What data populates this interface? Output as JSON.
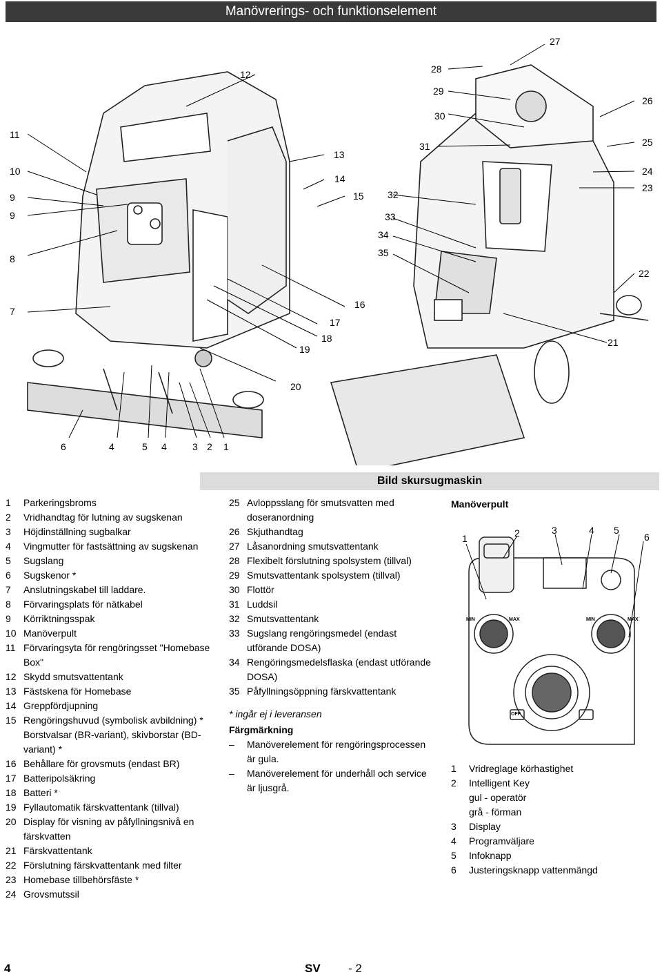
{
  "header": {
    "title": "Manövrerings- och funktionselement"
  },
  "figure_labels": {
    "l1": "1",
    "l2": "2",
    "l3": "3",
    "l4a": "4",
    "l4b": "4",
    "l5": "5",
    "l6": "6",
    "l7": "7",
    "l8": "8",
    "l9a": "9",
    "l9b": "9",
    "l10": "10",
    "l11": "11",
    "l12": "12",
    "l13": "13",
    "l14": "14",
    "l15": "15",
    "l16": "16",
    "l17": "17",
    "l18": "18",
    "l19": "19",
    "l20": "20",
    "l21": "21",
    "l22": "22",
    "l23": "23",
    "l24": "24",
    "l25": "25",
    "l26": "26",
    "l27": "27",
    "l28": "28",
    "l29": "29",
    "l30": "30",
    "l31": "31",
    "l32": "32",
    "l33": "33",
    "l34": "34",
    "l35": "35"
  },
  "caption": "Bild skursugmaskin",
  "legend_left": [
    {
      "n": "1",
      "t": "Parkeringsbroms"
    },
    {
      "n": "2",
      "t": "Vridhandtag för lutning av sugskenan"
    },
    {
      "n": "3",
      "t": "Höjdinställning sugbalkar"
    },
    {
      "n": "4",
      "t": "Vingmutter för fastsättning av sugskenan"
    },
    {
      "n": "5",
      "t": "Sugslang"
    },
    {
      "n": "6",
      "t": "Sugskenor *"
    },
    {
      "n": "7",
      "t": "Anslutningskabel till laddare."
    },
    {
      "n": "8",
      "t": "Förvaringsplats för nätkabel"
    },
    {
      "n": "9",
      "t": "Körriktningsspak"
    },
    {
      "n": "10",
      "t": "Manöverpult"
    },
    {
      "n": "11",
      "t": "Förvaringsyta för rengöringsset \"Homebase Box\""
    },
    {
      "n": "12",
      "t": "Skydd smutsvattentank"
    },
    {
      "n": "13",
      "t": "Fästskena för Homebase"
    },
    {
      "n": "14",
      "t": "Greppfördjupning"
    },
    {
      "n": "15",
      "t": "Rengöringshuvud (symbolisk avbildning) * Borstvalsar (BR-variant), skivborstar (BD-variant) *"
    },
    {
      "n": "16",
      "t": "Behållare för grovsmuts (endast BR)"
    },
    {
      "n": "17",
      "t": "Batteripolsäkring"
    },
    {
      "n": "18",
      "t": "Batteri *"
    },
    {
      "n": "19",
      "t": "Fyllautomatik färskvattentank (tillval)"
    },
    {
      "n": "20",
      "t": "Display för visning av påfyllningsnivå en färskvatten"
    },
    {
      "n": "21",
      "t": "Färskvattentank"
    },
    {
      "n": "22",
      "t": "Förslutning färskvattentank med filter"
    },
    {
      "n": "23",
      "t": "Homebase tillbehörsfäste *"
    },
    {
      "n": "24",
      "t": "Grovsmutssil"
    }
  ],
  "legend_mid": [
    {
      "n": "25",
      "t": "Avloppsslang för smutsvatten med doseranordning"
    },
    {
      "n": "26",
      "t": "Skjuthandtag"
    },
    {
      "n": "27",
      "t": "Låsanordning smutsvattentank"
    },
    {
      "n": "28",
      "t": "Flexibelt förslutning spolsystem (tillval)"
    },
    {
      "n": "29",
      "t": "Smutsvattentank spolsystem (tillval)"
    },
    {
      "n": "30",
      "t": "Flottör"
    },
    {
      "n": "31",
      "t": "Luddsil"
    },
    {
      "n": "32",
      "t": "Smutsvattentank"
    },
    {
      "n": "33",
      "t": "Sugslang rengöringsmedel (endast utförande DOSA)"
    },
    {
      "n": "34",
      "t": "Rengöringsmedelsflaska (endast utförande DOSA)"
    },
    {
      "n": "35",
      "t": "Påfyllningsöppning färskvattentank"
    }
  ],
  "note": "* ingår ej i leveransen",
  "color_title": "Färgmärkning",
  "color_items": [
    {
      "n": "–",
      "t": "Manöverelement för rengöringsprocessen är gula."
    },
    {
      "n": "–",
      "t": "Manöverelement för underhåll och service är ljusgrå."
    }
  ],
  "panel": {
    "title": "Manöverpult",
    "labels": [
      "1",
      "2",
      "3",
      "4",
      "5",
      "6"
    ],
    "min_left": "MIN",
    "max_left": "MAX",
    "min_right": "MIN",
    "max_right": "MAX",
    "off": "OFF"
  },
  "legend_panel": [
    {
      "n": "1",
      "t": "Vridreglage körhastighet"
    },
    {
      "n": "2",
      "t": "Intelligent Key"
    },
    {
      "n": "",
      "t": "gul - operatör"
    },
    {
      "n": "",
      "t": "grå - förman"
    },
    {
      "n": "3",
      "t": "Display"
    },
    {
      "n": "4",
      "t": "Programväljare"
    },
    {
      "n": "5",
      "t": "Infoknapp"
    },
    {
      "n": "6",
      "t": "Justeringsknapp vattenmängd"
    }
  ],
  "footer": {
    "page": "4",
    "lang": "SV",
    "sub": "- 2"
  }
}
